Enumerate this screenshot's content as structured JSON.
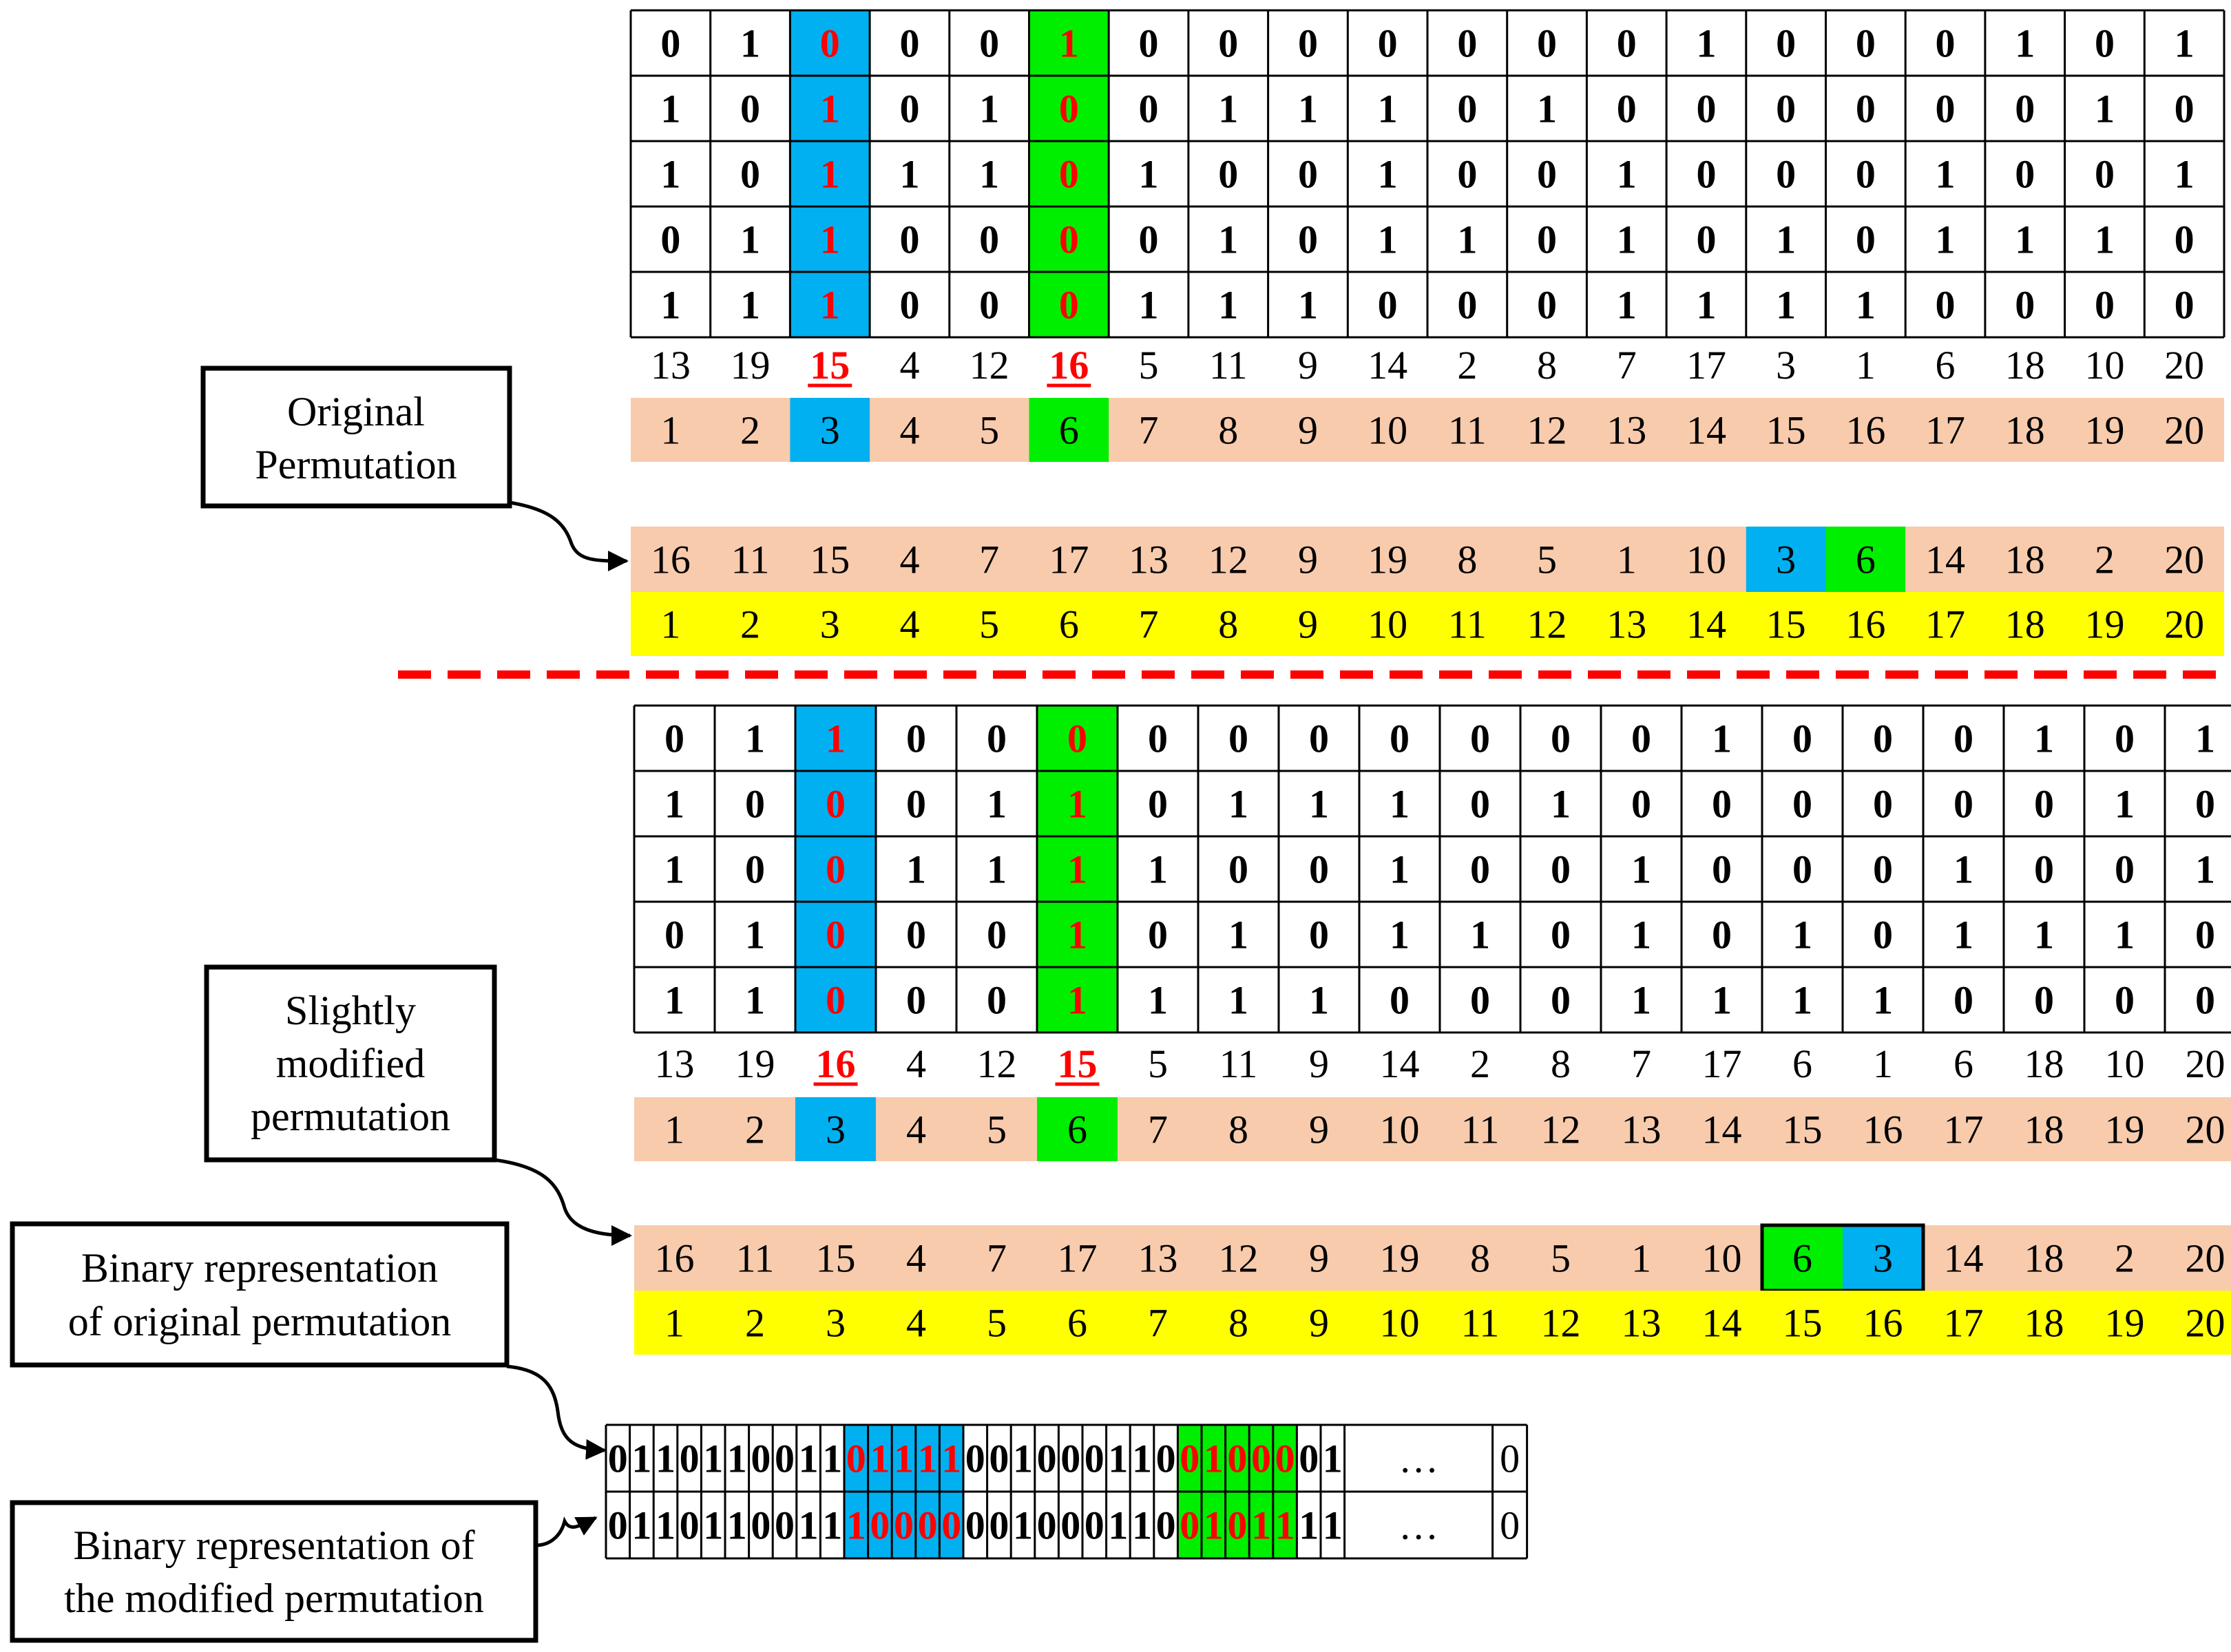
{
  "colors": {
    "blue": "#00b0f0",
    "green": "#00ee00",
    "peach": "#f8cbad",
    "yellow": "#ffff00",
    "red": "#ff0000",
    "black": "#000000"
  },
  "labels": {
    "original_permutation": [
      "Original",
      "Permutation"
    ],
    "modified_permutation": [
      "Slightly",
      "modified",
      "permutation"
    ],
    "binary_original": [
      "Binary representation",
      "of original permutation"
    ],
    "binary_modified": [
      "Binary representation of",
      "the modified permutation"
    ]
  },
  "top": {
    "matrix": [
      "01000100000001000101",
      "10101001110100000010",
      "10111010010010001001",
      "01100001011010101110",
      "11100011100011110000"
    ],
    "values": [
      "13",
      "19",
      "15",
      "4",
      "12",
      "16",
      "5",
      "11",
      "9",
      "14",
      "2",
      "8",
      "7",
      "17",
      "3",
      "1",
      "6",
      "18",
      "10",
      "20"
    ],
    "indices": [
      "1",
      "2",
      "3",
      "4",
      "5",
      "6",
      "7",
      "8",
      "9",
      "10",
      "11",
      "12",
      "13",
      "14",
      "15",
      "16",
      "17",
      "18",
      "19",
      "20"
    ],
    "perm": [
      "16",
      "11",
      "15",
      "4",
      "7",
      "17",
      "13",
      "12",
      "9",
      "19",
      "8",
      "5",
      "1",
      "10",
      "3",
      "6",
      "14",
      "18",
      "2",
      "20"
    ],
    "positions": [
      "1",
      "2",
      "3",
      "4",
      "5",
      "6",
      "7",
      "8",
      "9",
      "10",
      "11",
      "12",
      "13",
      "14",
      "15",
      "16",
      "17",
      "18",
      "19",
      "20"
    ]
  },
  "bottom": {
    "matrix": [
      "01100000000001000101",
      "10001101110100000010",
      "10011110010010001001",
      "01000101011010101110",
      "11000111100011110000"
    ],
    "values": [
      "13",
      "19",
      "16",
      "4",
      "12",
      "15",
      "5",
      "11",
      "9",
      "14",
      "2",
      "8",
      "7",
      "17",
      "6",
      "1",
      "6",
      "18",
      "10",
      "20"
    ],
    "indices": [
      "1",
      "2",
      "3",
      "4",
      "5",
      "6",
      "7",
      "8",
      "9",
      "10",
      "11",
      "12",
      "13",
      "14",
      "15",
      "16",
      "17",
      "18",
      "19",
      "20"
    ],
    "perm": [
      "16",
      "11",
      "15",
      "4",
      "7",
      "17",
      "13",
      "12",
      "9",
      "19",
      "8",
      "5",
      "1",
      "10",
      "6",
      "3",
      "14",
      "18",
      "2",
      "20"
    ],
    "positions": [
      "1",
      "2",
      "3",
      "4",
      "5",
      "6",
      "7",
      "8",
      "9",
      "10",
      "11",
      "12",
      "13",
      "14",
      "15",
      "16",
      "17",
      "18",
      "19",
      "20"
    ]
  },
  "binary": {
    "original": "0110110011011110010001100100001",
    "modified": "0110110011100000010001100101111",
    "ellipsis": "…",
    "last_bit": "0"
  }
}
